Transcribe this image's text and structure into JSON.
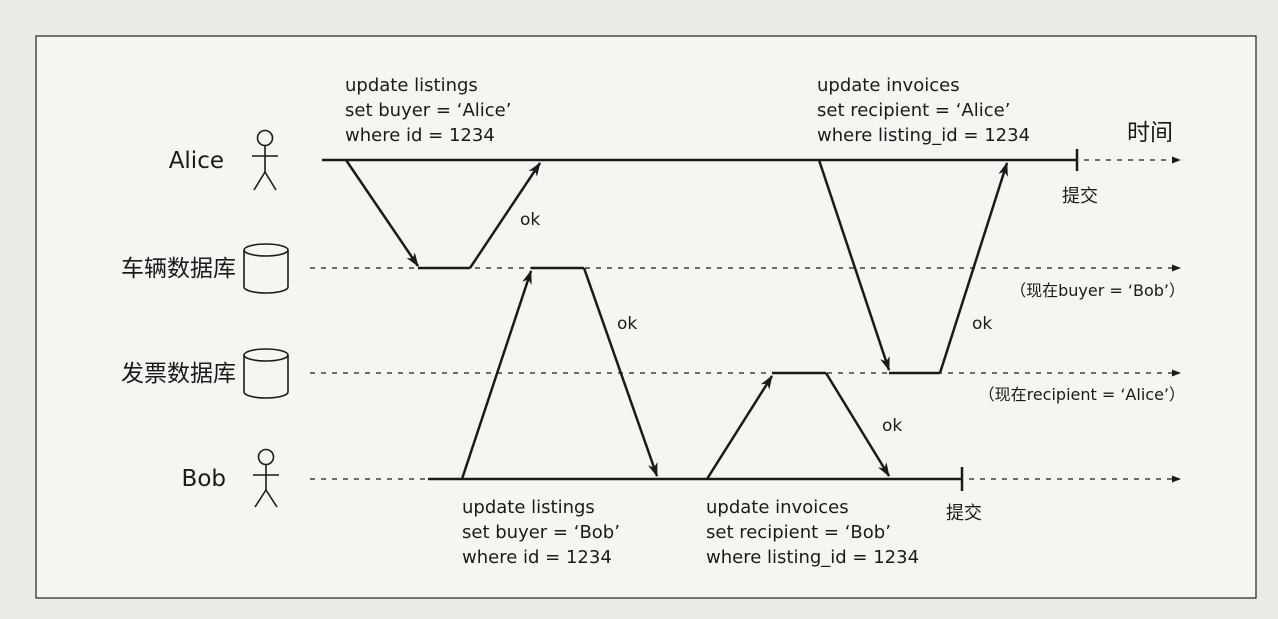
{
  "lanes": {
    "alice": {
      "label": "Alice"
    },
    "vehicle_db": {
      "label": "车辆数据库"
    },
    "invoice_db": {
      "label": "发票数据库"
    },
    "bob": {
      "label": "Bob"
    }
  },
  "time_label": "时间",
  "commit_label": "提交",
  "ok_label": "ok",
  "notes": {
    "vehicle_db": "（现在buyer = ‘Bob’）",
    "invoice_db": "（现在recipient = ‘Alice’）"
  },
  "queries": {
    "alice_listings": [
      "update listings",
      "set buyer = ‘Alice’",
      "where id = 1234"
    ],
    "alice_invoices": [
      "update invoices",
      "set recipient = ‘Alice’",
      "where listing_id = 1234"
    ],
    "bob_listings": [
      "update listings",
      "set buyer = ‘Bob’",
      "where id = 1234"
    ],
    "bob_invoices": [
      "update invoices",
      "set recipient = ‘Bob’",
      "where listing_id = 1234"
    ]
  }
}
